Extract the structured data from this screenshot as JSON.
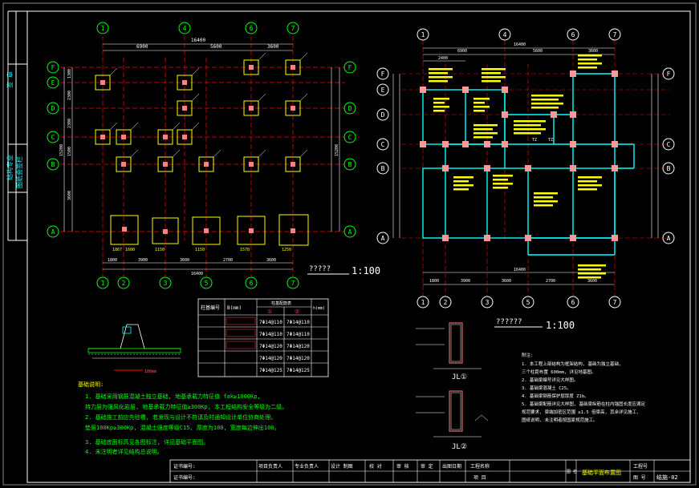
{
  "colors": {
    "frame": "#ffffff",
    "axis": "#ff0000",
    "bubble": "#00ff00",
    "dim": "#ffffff",
    "note": "#00ff00",
    "yellow": "#ffff00",
    "wall": "#00ffff",
    "column": "#ff9999"
  },
  "left_plan": {
    "top_axes": [
      "1",
      "4",
      "6",
      "7"
    ],
    "top_dims": [
      "6900",
      "5600",
      "3600"
    ],
    "top_total": "16400",
    "bottom_axes": [
      "1",
      "2",
      "3",
      "5",
      "6",
      "7"
    ],
    "bottom_dims": [
      "1800",
      "3900",
      "3600",
      "2700",
      "3600"
    ],
    "bottom_total": "16400",
    "row_axes": [
      "F",
      "E",
      "D",
      "C",
      "B",
      "A"
    ],
    "left_dims": [
      "1300",
      "2300",
      "2300",
      "1500",
      "3600"
    ],
    "left_total": "15200",
    "footing_labels": [
      "1867",
      "1600",
      "1150",
      "1150",
      "1578",
      "1250"
    ],
    "scale_title": "?????",
    "scale": "1:100"
  },
  "right_plan": {
    "top_axes": [
      "1",
      "4",
      "6",
      "7"
    ],
    "top_dims": [
      "6900",
      "5600",
      "3600"
    ],
    "top_total": "16400",
    "sub_dims": [
      "2400"
    ],
    "bottom_axes": [
      "1",
      "2",
      "3",
      "5",
      "6",
      "7"
    ],
    "bottom_dims": [
      "1800",
      "3900",
      "3600",
      "2700",
      "3600"
    ],
    "bottom_total": "16400",
    "row_axes": [
      "F",
      "E",
      "D",
      "C",
      "B",
      "A"
    ],
    "tz_labels": [
      "TZ",
      "TZ"
    ],
    "scale_title": "??????",
    "scale": "1:100"
  },
  "section_jl": {
    "label_a": "JL①",
    "label_b": "JL②",
    "width_label": "180mm"
  },
  "table": {
    "h_no": "柱基编号",
    "h_b": "B(mm)",
    "h_group": "柱基配筋表",
    "h_1": "①",
    "h_2": "②",
    "h_t": "h(mm)",
    "rows": [
      [
        "",
        "",
        "7Φ14@110",
        "7Φ14@110",
        ""
      ],
      [
        "",
        "",
        "7Φ14@110",
        "7Φ14@110",
        ""
      ],
      [
        "",
        "",
        "7Φ14@120",
        "7Φ14@120",
        ""
      ],
      [
        "",
        "",
        "7Φ14@120",
        "7Φ14@120",
        ""
      ],
      [
        "",
        "",
        "7Φ14@125",
        "7Φ14@125",
        ""
      ]
    ]
  },
  "notes_left": {
    "title": "基础说明:",
    "lines": [
      "1. 基础采用钢筋混凝土独立基础, 地基承载力特征值 fak≥1000Kp,",
      "   持力层为强风化岩层, 地基承载力特征值≥300Kp, 本工程结构安全等级为二级。",
      "2. 基础施工前应先验槽, 若发现与设计不符请及时通知设计单位协商处理。",
      "   垫层100Kp≥300Kp, 混凝土强度等级C15, 厚度为100, 宽度每边伸出100。",
      "3. 基础底面标高见各图标注, 详见基础平面图。",
      "4. 未注明者详见结构总说明。"
    ]
  },
  "notes_right": {
    "title": "附注:",
    "lines": [
      "1. 本工程上部结构为框架结构, 基础为独立基础,",
      "   三个柱距布置 600mm, 详见地基图。",
      "2. 基础梁编号详见大样图。",
      "3. 基础梁混凝土 C25。",
      "4. 基础梁钢筋保护层厚度 Z1b。",
      "5. 基础梁配筋详见大样图, 基础梁纵筋在柱内锚固长度应满足",
      "   规范要求, 梁端加密区范围 ≥1.5 倍梁高, 其余详见施工,",
      "   图纸说明, 未注明者按国家规范施工。"
    ]
  },
  "titleblock": {
    "left_1": "证书编号:",
    "left_2": "证书编号:",
    "cells": [
      "项目负责人",
      "专业负责人",
      "设计 制图",
      "校 对",
      "审 核",
      "审 定",
      "出图日期",
      "工程名称",
      "项 目",
      "图 名"
    ],
    "drawing_name": "基础平面布置图",
    "no_label": "工程号",
    "sheet_label": "图 号",
    "sheet_no": "结施-02"
  },
  "side_strip": {
    "labels": [
      "签 章",
      "结构专业",
      "图纸会签栏"
    ]
  }
}
